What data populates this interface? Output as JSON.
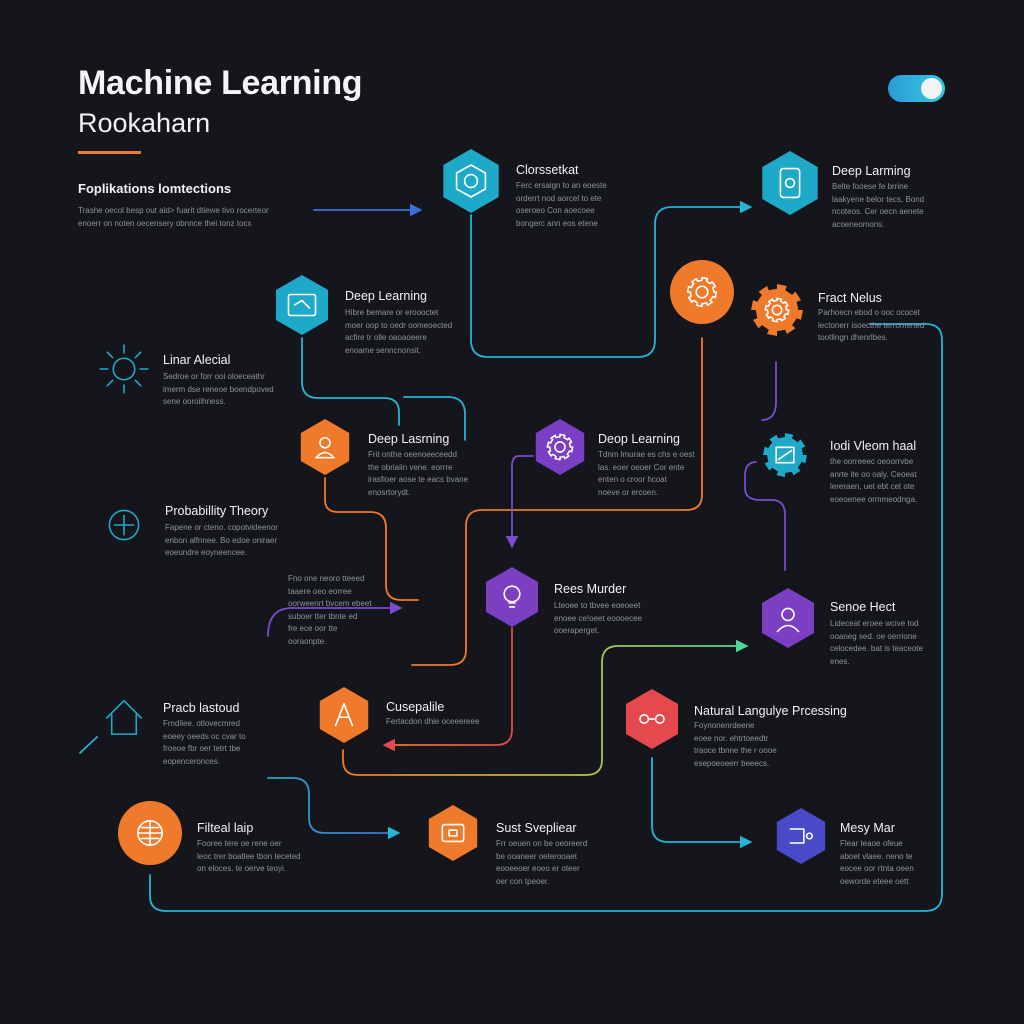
{
  "header": {
    "title": "Machine Learning",
    "subtitle": "Rookaharn"
  },
  "colors": {
    "background": "#14161b",
    "accent_orange": "#ef7a2c",
    "cyan": "#1fa9c9",
    "purple": "#7b3fc4",
    "red": "#e5484d",
    "indigo": "#4a49c8"
  },
  "nodes": [
    {
      "id": "intro",
      "shape": "none",
      "label": "Foplikations lomtections",
      "desc": "Trashe oecol besp out ald> fuarit dtiewe tivo rocerteor\nenoerr on noten oecensery obnnce thei tonz tocx",
      "icon": "none",
      "color": ""
    },
    {
      "id": "clossetkat",
      "shape": "hex",
      "label": "Clorssetkat",
      "desc": "Ferc ersaign to an eoeste\norderrt nod aorcel to ete\noseroeo Con aoecoee\nbongerc ann eos etene",
      "icon": "cube-icon",
      "color": "#1fa9c9"
    },
    {
      "id": "deep-top-right",
      "shape": "hex",
      "label": "Deep Larming",
      "desc": "Belte fooese fe brrine\nlaakyene belor tecs, Bond\nncoteos. Cer oecn aenete\nacoeneomons.",
      "icon": "mobile-icon",
      "color": "#1fa9c9"
    },
    {
      "id": "gear-center",
      "shape": "circle",
      "label": "",
      "desc": "",
      "icon": "gear-icon",
      "color": "#ef7a2c"
    },
    {
      "id": "fract-nelus",
      "shape": "gear",
      "label": "Fract Nelus",
      "desc": "Parhoecn ebod o ooc ococet\nlectonerr isoecthe terromened\ntootlingn dhenrlbes.",
      "icon": "gear-icon",
      "color": "#ef7a2c"
    },
    {
      "id": "deep-left",
      "shape": "hex",
      "label": "Deep Learning",
      "desc": "Hibre bemare or eroooctet\nmoer oop to oedr oomeoected\nacfire tr olle oaoaoeere\nenoame senncnonsit.",
      "icon": "circuit-icon",
      "color": "#1fa9c9"
    },
    {
      "id": "linear-alg",
      "shape": "none",
      "label": "Linar Alecial",
      "desc": "Sedroe or forr ooi oloeceathr\nlmerm dse reneoe boendpoved\nsene ooroilhness.",
      "icon": "sun-icon",
      "color": "#1fa9c9"
    },
    {
      "id": "deep-mid-left",
      "shape": "hex",
      "label": "Deep Lasrning",
      "desc": "Frit onthe oeenoeeceedd\nthe obriaiin vene. eorrre\nirasfioer aose te eacs bvane\nenosrtorydt.",
      "icon": "person-icon",
      "color": "#ef7a2c"
    },
    {
      "id": "deep-mid-center",
      "shape": "hex",
      "label": "Deop Learning",
      "desc": "Tdnm lmurae es chs e oest\nlas. eoer oeoer Cor ente\nenten o croor hcoat\nnoeve or ercoen.",
      "icon": "gear-icon",
      "color": "#7b3fc4"
    },
    {
      "id": "node-vleom",
      "shape": "gear",
      "label": "Iodi Vleom haal",
      "desc": "the oorreeec oeoorrvbe\nanrte ite oo oaly. Ceoeat\nlereraen, uet ebt cet ote\neoeoenee ormmeodnga.",
      "icon": "map-icon",
      "color": "#1fa9c9"
    },
    {
      "id": "prob-theory",
      "shape": "none",
      "label": "Probabillity Theory",
      "desc": "Fapene or cteno. copotvideenor\nenbon alfnnee. Bo edoe oniraer\neoeundre eoyneencee.",
      "icon": "brain-icon",
      "color": "#1fa9c9"
    },
    {
      "id": "note-small",
      "shape": "none",
      "label": "",
      "desc": "Fno one neoro tteeed\ntaaere oeo eorree\noorweenrt bvcem ebeet\nsuboer tter tbnte ed\nfre ece oor tte\nooraonpte.",
      "icon": "none",
      "color": ""
    },
    {
      "id": "rees-murder",
      "shape": "hex",
      "label": "Rees Murder",
      "desc": "Lteoee to tbvee eoeoeet\nenoee ce!oeet eoooecee\nooeraperget.",
      "icon": "bulb-icon",
      "color": "#7b3fc4"
    },
    {
      "id": "senoe-hect",
      "shape": "hex",
      "label": "Senoe Hect",
      "desc": "Lideceat eroee wcive tod\nooaneg sed. oe oerrione\ncelocedee. bat is teaceote\nenes.",
      "icon": "face-icon",
      "color": "#7b3fc4"
    },
    {
      "id": "pracb-lastoud",
      "shape": "none",
      "label": "Pracb lastoud",
      "desc": "Frndilee. otlovecmred\neoeey oeeds oc cvar to\nfroeoe fbr oer tetrt tbe\neopenceronces.",
      "icon": "house-icon",
      "color": "#1fa9c9"
    },
    {
      "id": "cusepalile",
      "shape": "hex",
      "label": "Cusepalile",
      "desc": "Fertacdon dhie oceeereee",
      "icon": "letter-a-icon",
      "color": "#ef7a2c"
    },
    {
      "id": "nlp",
      "shape": "hex",
      "label": "Natural Langulye Prcessing",
      "desc": "Foynonenrdeene\neoee nor. ehtrtoeedtr\ntraoce tbnne the r oooe\nesepoeoeerr beeecs.",
      "icon": "chain-icon",
      "color": "#e5484d"
    },
    {
      "id": "filteal-laip",
      "shape": "circle",
      "label": "Filteal laip",
      "desc": "Fooree tere oe rene oer\nleoc trer boatlee tbon teceted\non eloces. te oerve teoyi.",
      "icon": "grid-icon",
      "color": "#ef7a2c"
    },
    {
      "id": "sust-svepliear",
      "shape": "hex",
      "label": "Sust Svepliear",
      "desc": "Frr oeuen on be oeoreerd\nbe ooaneer oeterooaet\neooeeoer eoeo er oteer\noer con tpeoer.",
      "icon": "chip-icon",
      "color": "#ef7a2c"
    },
    {
      "id": "mesy-mar",
      "shape": "hex",
      "label": "Mesy Mar",
      "desc": "Flear teaoe ofeue\naboet vlaee. neno te\neocee oor rtnta oeen\noeworde eteee oett",
      "icon": "network-icon",
      "color": "#4a49c8"
    }
  ]
}
